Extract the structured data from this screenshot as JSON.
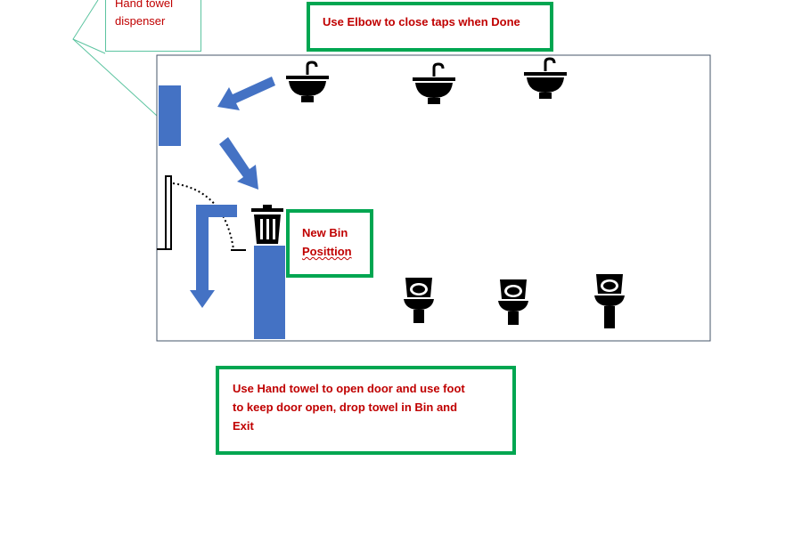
{
  "callout_dispenser": {
    "line1": "Hand towel",
    "line2": "dispenser"
  },
  "note_taps": "Use Elbow to close taps when Done",
  "note_bin": {
    "line1": "New Bin",
    "line2": "Posittion"
  },
  "note_exit": {
    "line1": "Use Hand towel to open door and use foot",
    "line2": "to keep door open, drop towel in Bin and",
    "line3": "Exit"
  },
  "colors": {
    "accent_blue": "#4472c4",
    "note_green": "#00a651",
    "text_red": "#c00000",
    "room_border": "#44546a",
    "callout_line": "#5cc4a0"
  },
  "icons": {
    "sinks": [
      "sink-icon",
      "sink-icon",
      "sink-icon"
    ],
    "toilets": [
      "toilet-icon",
      "toilet-icon",
      "toilet-icon"
    ],
    "bin": "trash-bin-icon"
  }
}
